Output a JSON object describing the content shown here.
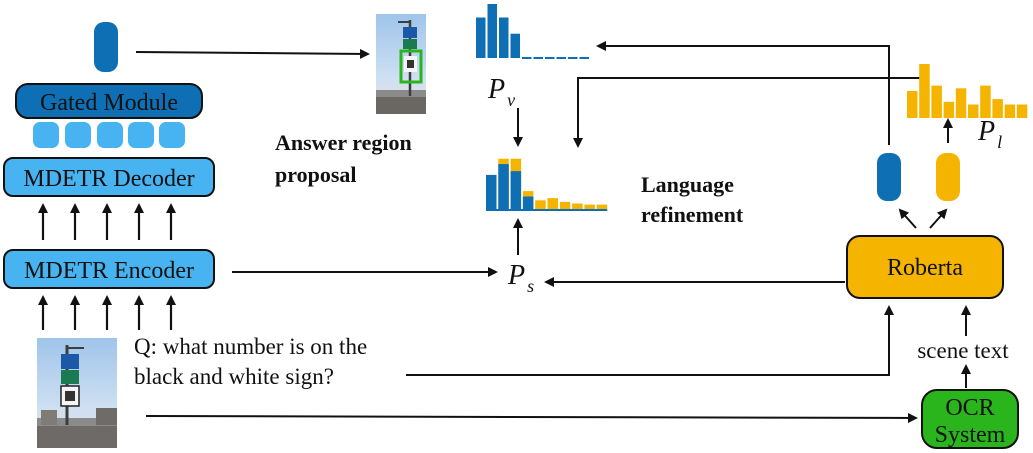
{
  "colors": {
    "blue_dark": "#0e6fb5",
    "blue_light": "#47b3f0",
    "yellow": "#f4b400",
    "green": "#2bb51c",
    "line": "#111111"
  },
  "labels": {
    "gated_module": "Gated Module",
    "mdetr_decoder": "MDETR Decoder",
    "mdetr_encoder": "MDETR Encoder",
    "roberta": "Roberta",
    "ocr_line1": "OCR",
    "ocr_line2": "System",
    "answer_region_line1": "Answer region",
    "answer_region_line2": "proposal",
    "language_refinement_line1": "Language",
    "language_refinement_line2": "refinement",
    "scene_text": "scene text",
    "question_line1": "Q: what number is on the",
    "question_line2": "black and white sign?"
  },
  "math": {
    "pv_base": "P",
    "pv_sub": "v",
    "pl_base": "P",
    "pl_sub": "l",
    "ps_base": "P",
    "ps_sub": "s"
  },
  "distributions": {
    "p_v": [
      0.75,
      1.0,
      0.75,
      0.45,
      0,
      0,
      0,
      0,
      0,
      0
    ],
    "p_l": [
      0.5,
      1.0,
      0.6,
      0.3,
      0.55,
      0.25,
      0.6,
      0.35,
      0.25,
      0.25
    ],
    "p_s_blue": [
      0.65,
      0.85,
      0.72,
      0.25,
      0,
      0,
      0,
      0,
      0,
      0
    ],
    "p_s_yellow": [
      0.12,
      0.95,
      0.95,
      0.35,
      0.18,
      0.22,
      0.15,
      0.12,
      0.1,
      0.1
    ]
  }
}
